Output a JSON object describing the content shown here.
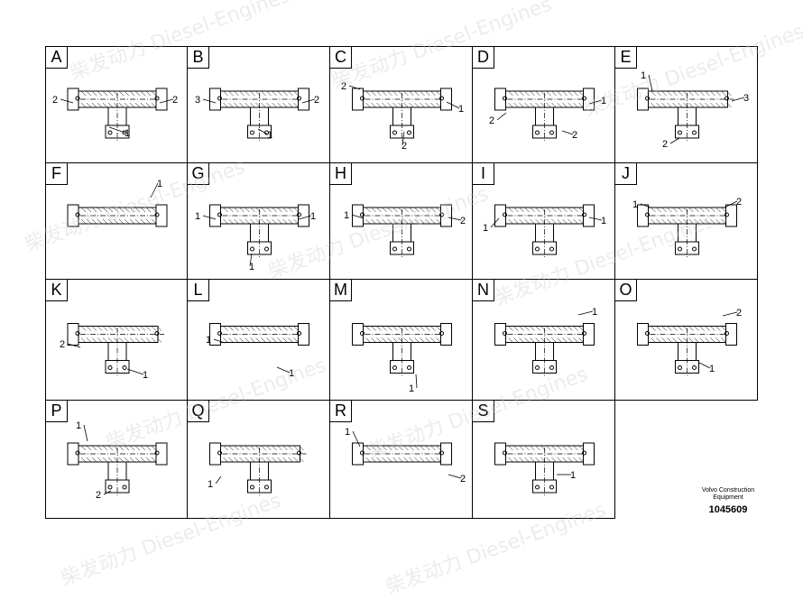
{
  "panels": [
    {
      "letter": "A",
      "callouts": [
        "2",
        "2",
        "1"
      ]
    },
    {
      "letter": "B",
      "callouts": [
        "3",
        "2",
        "1"
      ]
    },
    {
      "letter": "C",
      "callouts": [
        "2",
        "1",
        "2"
      ]
    },
    {
      "letter": "D",
      "callouts": [
        "2",
        "1",
        "2"
      ]
    },
    {
      "letter": "E",
      "callouts": [
        "1",
        "3",
        "2"
      ]
    },
    {
      "letter": "F",
      "callouts": [
        "1"
      ]
    },
    {
      "letter": "G",
      "callouts": [
        "1",
        "1",
        "1"
      ]
    },
    {
      "letter": "H",
      "callouts": [
        "1",
        "2"
      ]
    },
    {
      "letter": "I",
      "callouts": [
        "1",
        "1"
      ]
    },
    {
      "letter": "J",
      "callouts": [
        "1",
        "2"
      ]
    },
    {
      "letter": "K",
      "callouts": [
        "2",
        "1"
      ]
    },
    {
      "letter": "L",
      "callouts": [
        "1",
        "1"
      ]
    },
    {
      "letter": "M",
      "callouts": [
        "1"
      ]
    },
    {
      "letter": "N",
      "callouts": [
        "1"
      ]
    },
    {
      "letter": "O",
      "callouts": [
        "2",
        "1"
      ]
    },
    {
      "letter": "P",
      "callouts": [
        "1",
        "2"
      ]
    },
    {
      "letter": "Q",
      "callouts": [
        "1"
      ]
    },
    {
      "letter": "R",
      "callouts": [
        "1",
        "2"
      ]
    },
    {
      "letter": "S",
      "callouts": [
        "1"
      ]
    }
  ],
  "caption": {
    "line1": "Volvo Construction",
    "line2": "Equipment",
    "part_number": "1045609"
  },
  "watermark": {
    "brand": "柴发动力",
    "sub": "Diesel-Engines"
  }
}
